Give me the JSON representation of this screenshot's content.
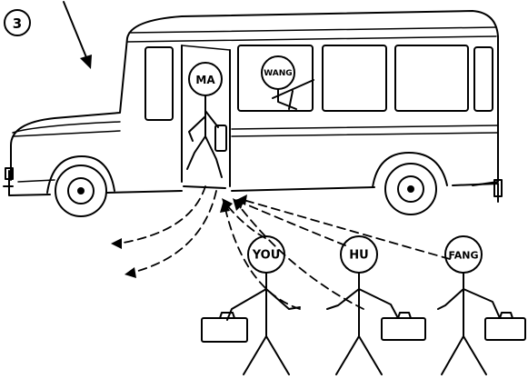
{
  "figure": {
    "step_number": "3",
    "people": {
      "ma": "MA",
      "wang": "WANG",
      "you": "YOU",
      "hu": "HU",
      "fang": "FANG"
    }
  }
}
